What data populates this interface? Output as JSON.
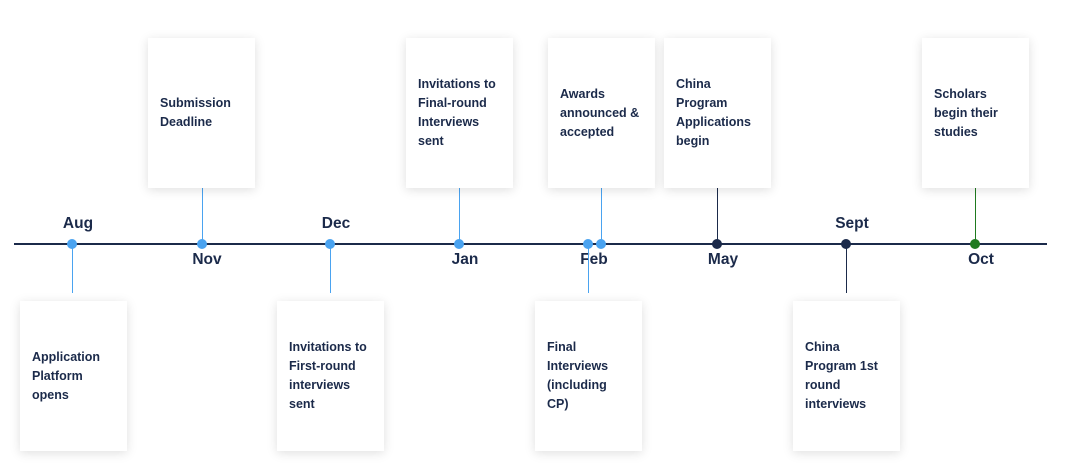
{
  "colors": {
    "axis": "#1b2a4a",
    "light": "#4aa3f0",
    "dark": "#1b2a4a",
    "green": "#1f7a1f",
    "text": "#1b2a4a"
  },
  "months": [
    {
      "key": "aug",
      "label": "Aug"
    },
    {
      "key": "nov",
      "label": "Nov"
    },
    {
      "key": "dec",
      "label": "Dec"
    },
    {
      "key": "jan",
      "label": "Jan"
    },
    {
      "key": "feb",
      "label": "Feb"
    },
    {
      "key": "may",
      "label": "May"
    },
    {
      "key": "sept",
      "label": "Sept"
    },
    {
      "key": "oct",
      "label": "Oct"
    }
  ],
  "events": [
    {
      "key": "application-platform-opens",
      "text": "Application Platform opens",
      "marker": "light"
    },
    {
      "key": "submission-deadline",
      "text": "Submission Deadline",
      "marker": "light"
    },
    {
      "key": "first-round-invitations",
      "text": "Invitations to First-round interviews sent",
      "marker": "light"
    },
    {
      "key": "final-round-invitations",
      "text": "Invitations to Final-round Interviews sent",
      "marker": "light"
    },
    {
      "key": "final-interviews",
      "text": "Final Interviews (including CP)",
      "marker": "light"
    },
    {
      "key": "awards-announced",
      "text": "Awards announced & accepted",
      "marker": "light"
    },
    {
      "key": "china-program-applications",
      "text": "China Program Applications begin",
      "marker": "dark"
    },
    {
      "key": "china-program-first-round",
      "text": "China Program 1st round interviews",
      "marker": "dark"
    },
    {
      "key": "scholars-begin",
      "text": "Scholars begin their studies",
      "marker": "green"
    }
  ]
}
